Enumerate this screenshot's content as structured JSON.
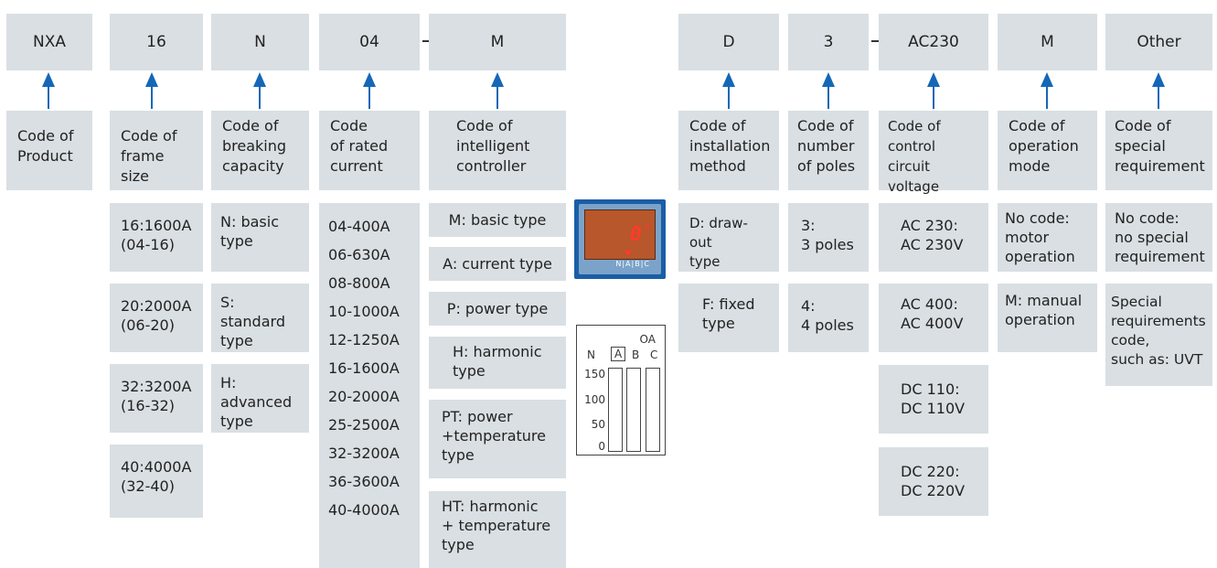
{
  "headers": [
    "NXA",
    "16",
    "N",
    "04",
    "M",
    "D",
    "3",
    "AC230",
    "M",
    "Other"
  ],
  "labels": [
    "Code of\nProduct",
    "Code of\nframe size",
    "Code of\nbreaking\ncapacity",
    "Code\nof rated\ncurrent",
    "Code of\nintelligent\ncontroller",
    "Code of\ninstallation\nmethod",
    "Code of\nnumber\nof poles",
    "Code of\ncontrol circuit\nvoltage",
    "Code of\noperation\nmode",
    "Code of\nspecial\nrequirement"
  ],
  "frame_size": [
    "16:1600A\n(04-16)",
    "20:2000A\n(06-20)",
    "32:3200A\n(16-32)",
    "40:4000A\n(32-40)"
  ],
  "breaking": [
    "N: basic\ntype",
    "S: standard\ntype",
    "H: advanced\ntype"
  ],
  "rated_current": [
    "04-400A",
    "06-630A",
    "08-800A",
    "10-1000A",
    "12-1250A",
    "16-1600A",
    "20-2000A",
    "25-2500A",
    "32-3200A",
    "36-3600A",
    "40-4000A"
  ],
  "controller": [
    "M: basic type",
    "A: current type",
    "P: power type",
    "H: harmonic\ntype",
    "PT: power\n+temperature\ntype",
    "HT: harmonic\n+ temperature\ntype"
  ],
  "installation": [
    "D: draw-out\ntype",
    "F: fixed\ntype"
  ],
  "poles": [
    "3:\n3 poles",
    "4:\n4 poles"
  ],
  "voltage": [
    "AC 230:\nAC 230V",
    "AC 400:\nAC 400V",
    "DC 110:\nDC 110V",
    "DC 220:\nDC 220V"
  ],
  "operation": [
    "No code:\nmotor\noperation",
    "M: manual\noperation"
  ],
  "special": [
    "No code:\nno special\nrequirement",
    "Special\nrequirements\ncode,\nsuch as: UVT"
  ],
  "display": {
    "digit": "0",
    "unit": "A",
    "phases": "N|A|B|C"
  },
  "bargraph": {
    "unit": "OA",
    "phases": [
      "N",
      "A",
      "B",
      "C"
    ],
    "ticks": [
      "150",
      "100",
      "50",
      "0"
    ]
  },
  "separator": "-",
  "colors": {
    "box": "#d9dfe3",
    "arrow": "#1467b7"
  }
}
